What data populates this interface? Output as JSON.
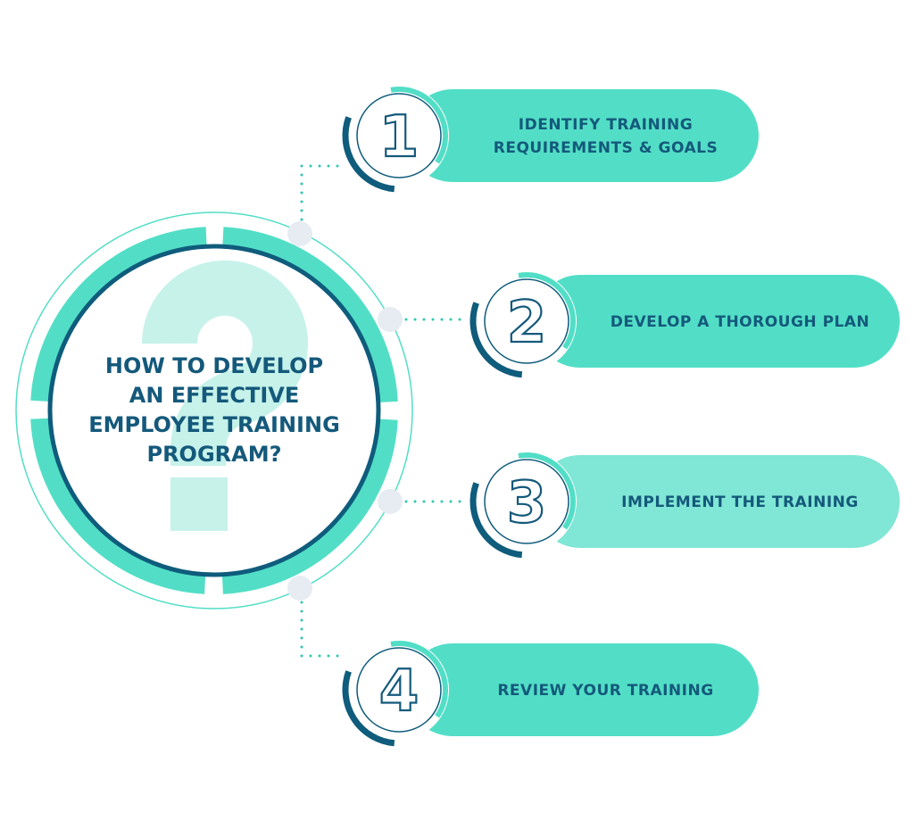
{
  "title_lines": [
    "HOW TO DEVELOP",
    "AN EFFECTIVE",
    "EMPLOYEE TRAINING",
    "PROGRAM?"
  ],
  "steps": [
    {
      "number": "1",
      "lines": [
        "IDENTIFY TRAINING",
        "REQUIREMENTS & GOALS"
      ]
    },
    {
      "number": "2",
      "lines": [
        "DEVELOP A THOROUGH PLAN"
      ]
    },
    {
      "number": "3",
      "lines": [
        "IMPLEMENT THE TRAINING"
      ]
    },
    {
      "number": "4",
      "lines": [
        "REVIEW YOUR TRAINING"
      ]
    }
  ],
  "colors": {
    "teal": "#52dec6",
    "teal_light": "#80e6d5",
    "navy": "#0f5c7c",
    "question_mark": "#c6f2ea"
  }
}
